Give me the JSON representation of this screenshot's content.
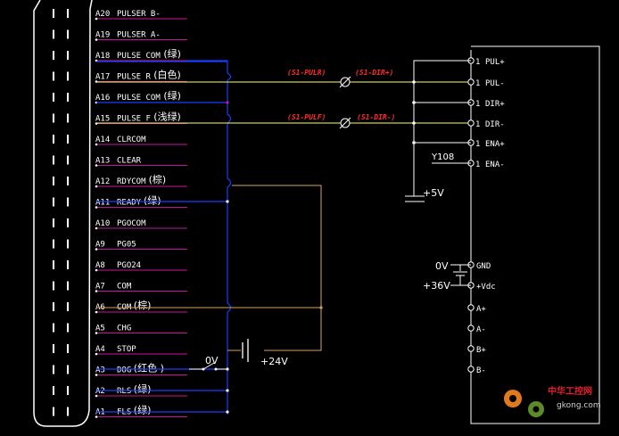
{
  "connector": {
    "pins": [
      {
        "id": "A20",
        "name": "PULSER B-",
        "note": ""
      },
      {
        "id": "A19",
        "name": "PULSER A-",
        "note": ""
      },
      {
        "id": "A18",
        "name": "PULSE COM",
        "note": "(绿)"
      },
      {
        "id": "A17",
        "name": "PULSE R",
        "note": "(白色)"
      },
      {
        "id": "A16",
        "name": "PULSE COM",
        "note": "(绿)"
      },
      {
        "id": "A15",
        "name": "PULSE F",
        "note": "(浅绿)"
      },
      {
        "id": "A14",
        "name": "CLRCOM",
        "note": ""
      },
      {
        "id": "A13",
        "name": "CLEAR",
        "note": ""
      },
      {
        "id": "A12",
        "name": "RDYCOM",
        "note": "(棕)"
      },
      {
        "id": "A11",
        "name": "READY",
        "note": "(绿)"
      },
      {
        "id": "A10",
        "name": "PGOCOM",
        "note": ""
      },
      {
        "id": "A9",
        "name": "PG05",
        "note": ""
      },
      {
        "id": "A8",
        "name": "PGO24",
        "note": ""
      },
      {
        "id": "A7",
        "name": "COM",
        "note": ""
      },
      {
        "id": "A6",
        "name": "COM",
        "note": "(棕)"
      },
      {
        "id": "A5",
        "name": "CHG",
        "note": ""
      },
      {
        "id": "A4",
        "name": "STOP",
        "note": ""
      },
      {
        "id": "A3",
        "name": "DOG",
        "note": "(红色 )"
      },
      {
        "id": "A2",
        "name": "RLS",
        "note": "(绿)"
      },
      {
        "id": "A1",
        "name": "FLS",
        "note": "(绿)"
      }
    ]
  },
  "signals": {
    "upper_left": "(S1-PULR)",
    "upper_right": "(S1-DIR+)",
    "lower_left": "(S1-PULF)",
    "lower_right": "(S1-DIR-)"
  },
  "driver": {
    "terminals": [
      {
        "num": "1",
        "label": "PUL+"
      },
      {
        "num": "1",
        "label": "PUL-"
      },
      {
        "num": "1",
        "label": "DIR+"
      },
      {
        "num": "1",
        "label": "DIR-"
      },
      {
        "num": "1",
        "label": "ENA+"
      },
      {
        "num": "1",
        "label": "ENA-"
      }
    ],
    "power_terminals": [
      "GND",
      "+Vdc",
      "A+",
      "A-",
      "B+",
      "B-"
    ]
  },
  "labels": {
    "y108": "Y108",
    "plus5v": "+5V",
    "zero_v_driver": "0V",
    "plus36v": "+36V",
    "zero_v_dog": "0V",
    "plus24v": "+24V"
  },
  "watermark": {
    "cn": "中华工控网",
    "url": "gkong.com"
  },
  "colors": {
    "background": "#000000",
    "pin_line": "#c8149c",
    "wire_blue": "#1a3cff",
    "wire_yellow": "#ffff66",
    "wire_tan": "#d7a25f",
    "signal_text": "#ff2a2a",
    "drawing": "#ffffff"
  }
}
